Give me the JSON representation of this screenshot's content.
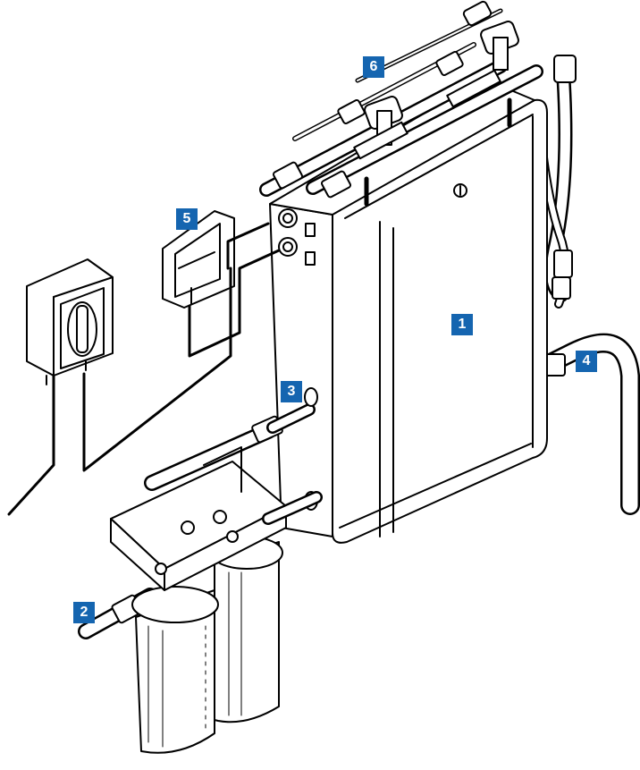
{
  "colors": {
    "accent": "#1565b0",
    "line": "#000000",
    "fill": "#ffffff"
  },
  "callouts": [
    {
      "label": "1",
      "part": "main-unit"
    },
    {
      "label": "2",
      "part": "water-inlet"
    },
    {
      "label": "3",
      "part": "side-pipe-connection"
    },
    {
      "label": "4",
      "part": "drain-hose"
    },
    {
      "label": "5",
      "part": "control-panel"
    },
    {
      "label": "6",
      "part": "top-valve-manifold"
    }
  ]
}
